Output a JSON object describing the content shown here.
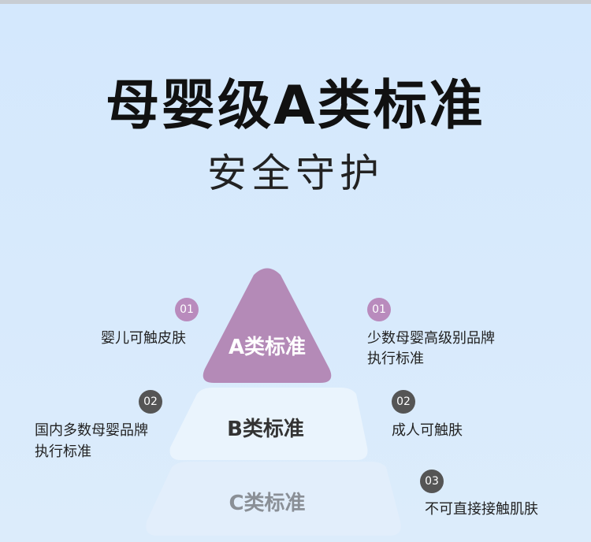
{
  "title": "母婴级A类标准",
  "subtitle": "安全守护",
  "colors": {
    "tier_a": "#b48ab7",
    "tier_b": "#e9f4fd",
    "tier_c": "#e2eefb",
    "badge_purple": "#b98bbd",
    "badge_gray": "#555555"
  },
  "tiers": [
    {
      "label": "A类标准",
      "color": "#ffffff"
    },
    {
      "label": "B类标准",
      "color": "#333333"
    },
    {
      "label": "C类标准",
      "color": "#8a8f96"
    }
  ],
  "left_notes": [
    {
      "number": "01",
      "text": "婴儿可触皮肤"
    },
    {
      "number": "02",
      "line1": "国内多数母婴品牌",
      "line2": "执行标准"
    }
  ],
  "right_notes": [
    {
      "number": "01",
      "line1": "少数母婴高级别品牌",
      "line2": "执行标准"
    },
    {
      "number": "02",
      "text": "成人可触肤"
    },
    {
      "number": "03",
      "text": "不可直接接触肌肤"
    }
  ]
}
